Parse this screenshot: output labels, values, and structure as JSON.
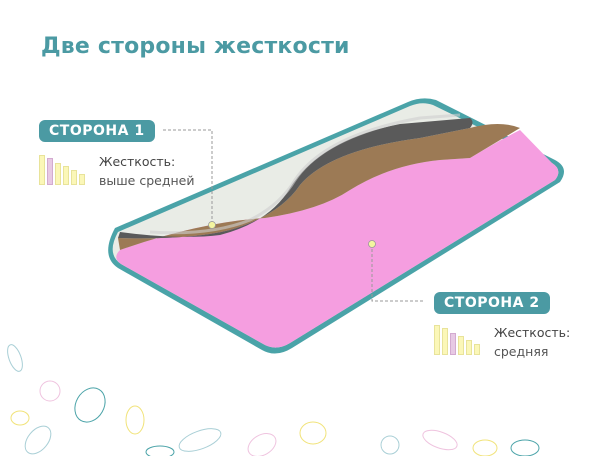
{
  "title": "Две стороны жесткости",
  "side1": {
    "badge": "СТОРОНА 1",
    "hardness_label": "Жесткость:",
    "hardness_value": "выше средней",
    "scale_levels": 6,
    "active_level": 2
  },
  "side2": {
    "badge": "СТОРОНА 2",
    "hardness_label": "Жесткость:",
    "hardness_value": "средняя",
    "scale_levels": 6,
    "active_level": 3
  },
  "colors": {
    "accent": "#4b9aa3",
    "bar_fill": "#fbf7b8",
    "bar_active": "#e7c9e4",
    "foam_pink": "#f59ee0",
    "coconut": "#9c7a55",
    "felt": "#5a5a5a",
    "cover": "#4aa3a8"
  }
}
